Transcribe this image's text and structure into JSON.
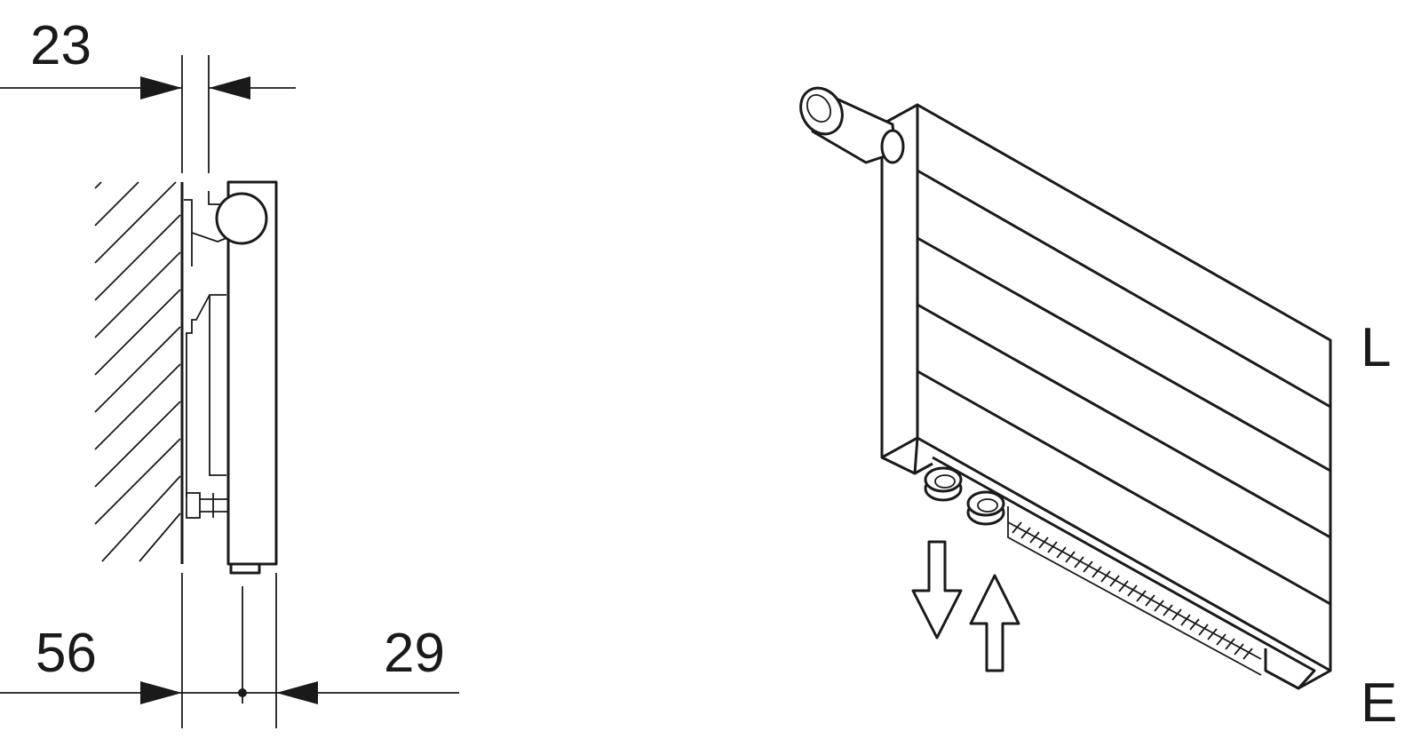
{
  "side_view": {
    "dimension_top": "23",
    "dimension_bottom_left": "56",
    "dimension_bottom_right": "29"
  },
  "perspective_view": {
    "label_supply": "L",
    "label_return": "E"
  },
  "colors": {
    "stroke": "#1a1a1a",
    "background": "#ffffff"
  }
}
